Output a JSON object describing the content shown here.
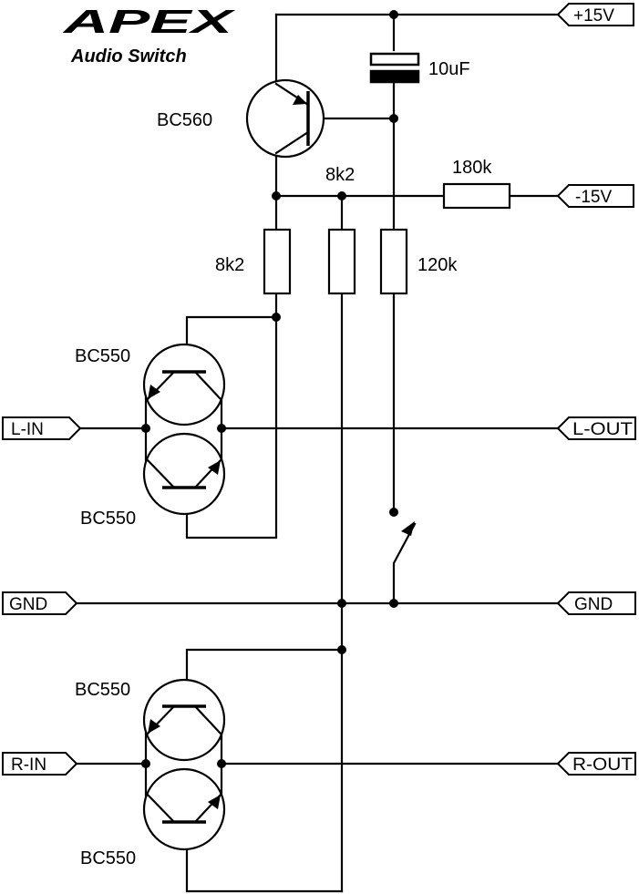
{
  "header": {
    "logo": "APEX",
    "subtitle": "Audio Switch"
  },
  "connectors": {
    "plus15": "+15V",
    "minus15": "-15V",
    "l_in": "L-IN",
    "l_out": "L-OUT",
    "gnd_left": "GND",
    "gnd_right": "GND",
    "r_in": "R-IN",
    "r_out": "R-OUT"
  },
  "components": {
    "q_pnp": "BC560",
    "capacitor": "10uF",
    "r_180k": "180k",
    "r_8k2_mid": "8k2",
    "r_8k2_left": "8k2",
    "r_120k": "120k",
    "q_l_top": "BC550",
    "q_l_bottom": "BC550",
    "q_r_top": "BC550",
    "q_r_bottom": "BC550"
  }
}
